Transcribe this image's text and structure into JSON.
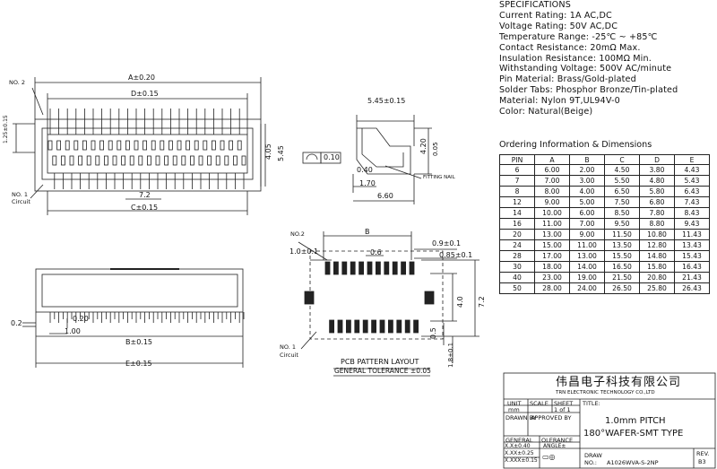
{
  "specifications": {
    "heading": "SPECIFICATIONS",
    "lines": [
      "Current Rating: 1A AC,DC",
      "Voltage Rating: 50V AC,DC",
      "Temperature Range: -25℃ ~ +85℃",
      "Contact Resistance: 20mΩ Max.",
      "Insulation Resistance: 100MΩ Min.",
      "Withstanding Voltage: 500V AC/minute",
      "Pin Material: Brass/Gold-plated",
      "Solder Tabs: Phosphor Bronze/Tin-plated",
      "Material: Nylon 9T,UL94V-0",
      "Color: Natural(Beige)"
    ]
  },
  "ordering": {
    "title": "Ordering Information & Dimensions",
    "headers": [
      "PIN",
      "A",
      "B",
      "C",
      "D",
      "E"
    ],
    "rows": [
      [
        "6",
        "6.00",
        "2.00",
        "4.50",
        "3.80",
        "4.43"
      ],
      [
        "7",
        "7.00",
        "3.00",
        "5.50",
        "4.80",
        "5.43"
      ],
      [
        "8",
        "8.00",
        "4.00",
        "6.50",
        "5.80",
        "6.43"
      ],
      [
        "12",
        "9.00",
        "5.00",
        "7.50",
        "6.80",
        "7.43"
      ],
      [
        "14",
        "10.00",
        "6.00",
        "8.50",
        "7.80",
        "8.43"
      ],
      [
        "16",
        "11.00",
        "7.00",
        "9.50",
        "8.80",
        "9.43"
      ],
      [
        "20",
        "13.00",
        "9.00",
        "11.50",
        "10.80",
        "11.43"
      ],
      [
        "24",
        "15.00",
        "11.00",
        "13.50",
        "12.80",
        "13.43"
      ],
      [
        "28",
        "17.00",
        "13.00",
        "15.50",
        "14.80",
        "15.43"
      ],
      [
        "30",
        "18.00",
        "14.00",
        "16.50",
        "15.80",
        "16.43"
      ],
      [
        "40",
        "23.00",
        "19.00",
        "21.50",
        "20.80",
        "21.43"
      ],
      [
        "50",
        "28.00",
        "24.00",
        "26.50",
        "25.80",
        "26.43"
      ]
    ]
  },
  "top_view": {
    "no2": "NO. 2",
    "dim_a": "A±0.20",
    "dim_d": "D±0.15",
    "dim_c": "C±0.15",
    "dim_72": "7.2",
    "dim_125": "1.25±0.15",
    "dim_405": "4.05",
    "dim_545": "5.45",
    "no1": "NO. 1",
    "circuit": "Circuit"
  },
  "side_view": {
    "dim_545": "5.45±0.15",
    "dim_420": "4.20",
    "dim_005": "0.05",
    "dim_010": "0.10",
    "dim_040": "0.40",
    "dim_170": "1.70",
    "dim_660": "6.60",
    "fitting_nail": "FITTING NAIL"
  },
  "front_view": {
    "dim_02": "0.2",
    "dim_020": "0.20",
    "dim_100": "1.00",
    "dim_b": "B±0.15",
    "dim_e": "E±0.15"
  },
  "pcb": {
    "no2": "NO.2",
    "dim_10": "1.0±0.1",
    "dim_b": "B",
    "dim_06": "0.6",
    "dim_09": "0.9±0.1",
    "dim_085": "0.85±0.1",
    "dim_40": "4.0",
    "dim_72": "7.2",
    "dim_05": "0.5",
    "dim_18": "1.8±0.1",
    "no1": "NO. 1",
    "circuit": "Circuit",
    "layout_title": "PCB PATTERN LAYOUT",
    "tolerance": "GENERAL TOLERANCE ±0.05"
  },
  "title_block": {
    "company_cn": "伟昌电子科技有限公司",
    "company_en": "TRN ELECTRONIC TECHNOLOGY CO.,LTD",
    "unit": "UNIT",
    "unit_val": "mm",
    "scale": "SCALE",
    "sheet": "SHEET",
    "sheet_val": "1 of 1",
    "title_label": "TITLE:",
    "drawn_by": "DRAWN BY",
    "approved_by": "APPROVED BY",
    "product_1": "1.0mm PITCH",
    "product_2": "180°WAFER-SMT TYPE",
    "general": "GENERAL",
    "tolerance": "OLERANCE",
    "tol1": "X.X±0.40",
    "tol2": "X.XX±0.25",
    "tol3": "X.XXX±0.15",
    "angle": "ANGLE±",
    "draw": "DRAW",
    "no": "NO.:",
    "draw_no": "A1026WVA-S-2NP",
    "rev": "REV.",
    "rev_val": "B3"
  }
}
